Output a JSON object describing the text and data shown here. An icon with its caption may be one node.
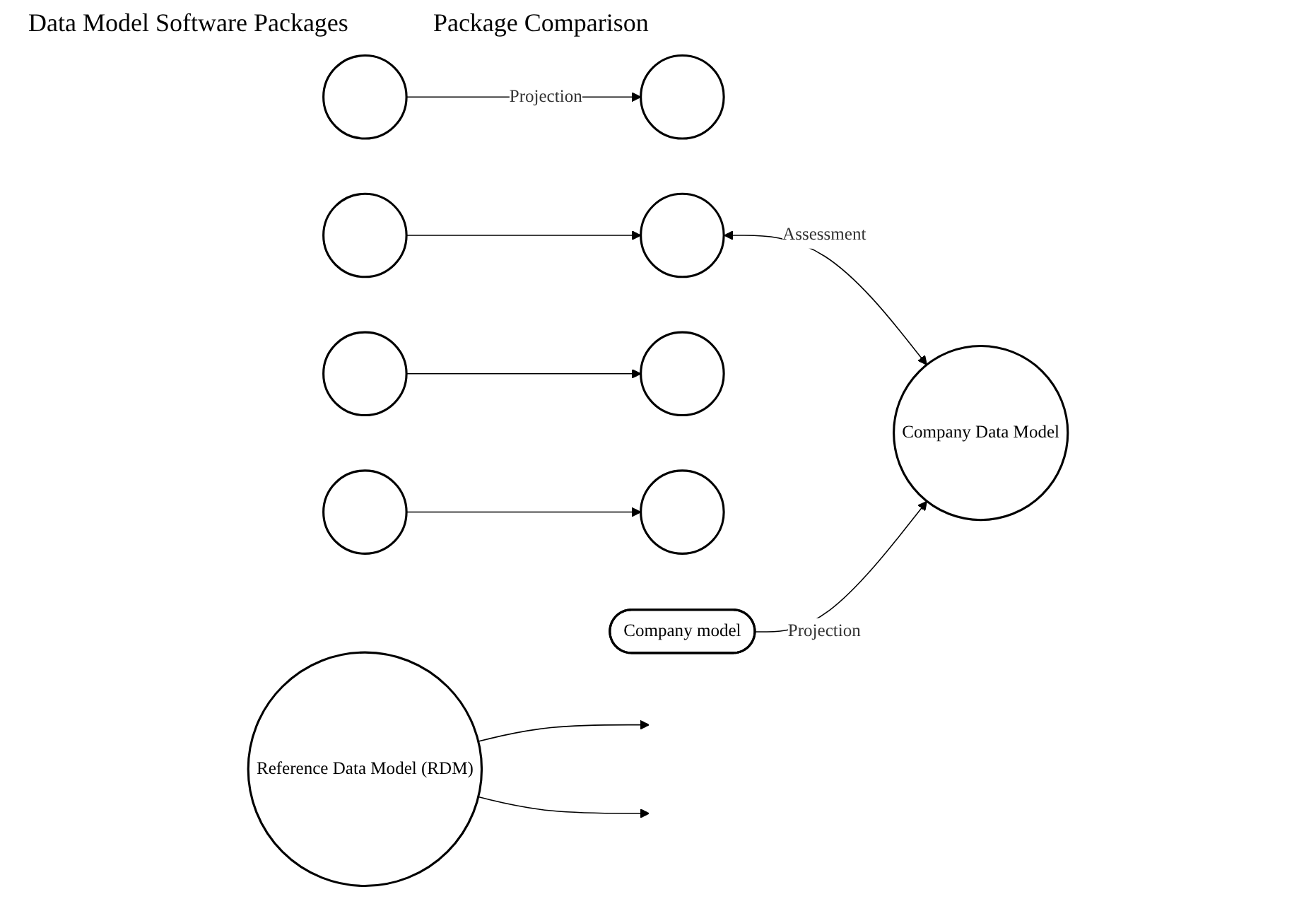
{
  "diagram": {
    "nodes": [
      {
        "text": [],
        "shape": "circle"
      },
      {
        "text": [],
        "shape": "circle"
      },
      {
        "text": [],
        "shape": "circle"
      },
      {
        "text": [],
        "shape": "circle"
      },
      {
        "text": [],
        "shape": "circle"
      },
      {
        "text": [],
        "shape": "circle"
      },
      {
        "text": [],
        "shape": "circle"
      },
      {
        "text": [],
        "shape": "circle"
      },
      {
        "text": [
          "Company Data Model"
        ]
      },
      {
        "text": [
          "Company model"
        ]
      },
      {
        "text": [
          "Reference Data Model (RDM)"
        ]
      }
    ],
    "edges": [
      {
        "from": 0,
        "to": 4,
        "arrow": "to",
        "label": "Projection"
      },
      {
        "from": 1,
        "to": 5,
        "arrow": "to"
      },
      {
        "from": 2,
        "to": 6,
        "arrow": "to"
      },
      {
        "from": 3,
        "to": 7,
        "arrow": "to"
      },
      {
        "from": 5,
        "to": 8,
        "arrow": "both",
        "label": "Assessment"
      },
      {
        "from": 9,
        "to": 8,
        "arrow": "to",
        "label": "Projection"
      },
      {
        "from": 10,
        "to": null,
        "arrow": "to"
      },
      {
        "from": 10,
        "to": null,
        "arrow": "to"
      }
    ],
    "labels": [
      "Data Model Software Packages",
      "Package Comparison"
    ]
  }
}
